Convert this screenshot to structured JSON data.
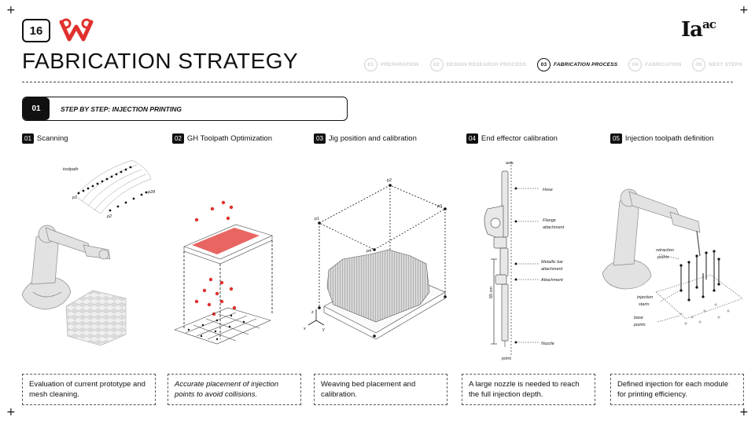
{
  "page_number": "16",
  "title": "FABRICATION STRATEGY",
  "brand": {
    "mark": "Ia",
    "sup": "ac"
  },
  "nav": [
    {
      "num": "01",
      "label": "Preparation",
      "active": false
    },
    {
      "num": "02",
      "label": "Design research process",
      "active": false
    },
    {
      "num": "03",
      "label": "Fabrication process",
      "active": true
    },
    {
      "num": "04",
      "label": "Fabrication",
      "active": false
    },
    {
      "num": "05",
      "label": "Next steps",
      "active": false
    }
  ],
  "step": {
    "num": "01",
    "label": "STEP BY STEP: INJECTION PRINTING"
  },
  "columns": [
    {
      "num": "01",
      "title": "Scanning",
      "caption": "Evaluation of current prototype and mesh cleaning.",
      "italic": false
    },
    {
      "num": "02",
      "title": "GH Toolpath Optimization",
      "caption": "Accurate placement of injection points to avoid collisions.",
      "italic": true
    },
    {
      "num": "03",
      "title": "Jig position and calibration",
      "caption": "Weaving bed placement and calibration.",
      "italic": false
    },
    {
      "num": "04",
      "title": "End effector calibration",
      "caption": "A large nozzle is needed to reach the full injection depth.",
      "italic": false
    },
    {
      "num": "05",
      "title": "Injection toolpath definition",
      "caption": "Defined injection for each module for printing efficiency.",
      "italic": false
    }
  ],
  "labels": {
    "scan": {
      "toolpath": "toolpath",
      "p1": "p1",
      "p2": "p2",
      "p28": "p28"
    },
    "jig": {
      "p1": "p1",
      "p2": "p2",
      "p3": "p3",
      "p4": "p4",
      "z": "z",
      "x": "x",
      "y": "y"
    },
    "effector": {
      "axis": "axis",
      "hose": "Hose",
      "flange": "Flange",
      "flange2": "attachment",
      "metallic": "Metallic bar",
      "metallic2": "attachment",
      "attachment": "Attachment",
      "nozzle": "Nozzle",
      "point": "point",
      "dim": "65 cm"
    },
    "inject": {
      "retraction": "retraction",
      "retraction2": "points",
      "injection": "injection",
      "injection2": "starts",
      "base": "base",
      "base2": "points"
    }
  },
  "colors": {
    "accent_red": "#e0312e",
    "ink": "#111111",
    "muted": "#d2d2d2"
  }
}
